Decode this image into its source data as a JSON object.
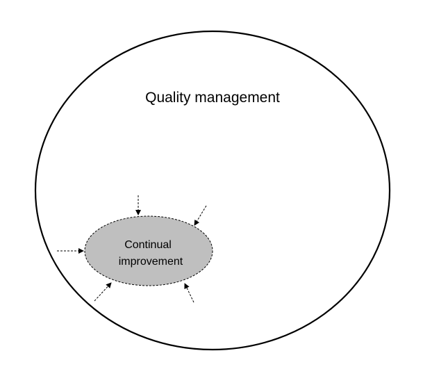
{
  "diagram": {
    "outer_label": "Quality management",
    "inner_label_line1": "Continual",
    "inner_label_line2": "improvement"
  },
  "colors": {
    "outline": "#000000",
    "inner_fill": "#bfbfbf",
    "background": "#ffffff"
  }
}
